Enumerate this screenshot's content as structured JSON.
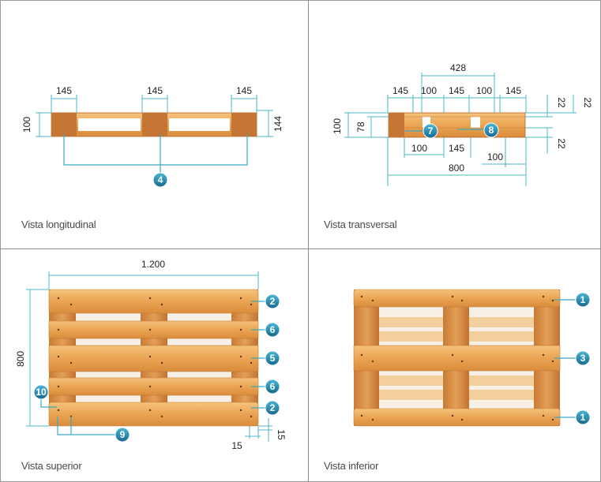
{
  "panels": {
    "longitudinal": {
      "caption": "Vista longitudinal",
      "dims": {
        "w1": "145",
        "w2": "145",
        "w3": "145",
        "h_left": "100",
        "h_right": "144"
      },
      "callout": "4"
    },
    "transversal": {
      "caption": "Vista transversal",
      "dims": {
        "top_span": "428",
        "a1": "145",
        "a2": "100",
        "a3": "145",
        "a4": "100",
        "a5": "145",
        "r1": "22",
        "r2": "22",
        "r3": "22",
        "h_outer": "100",
        "h_inner": "78",
        "b1": "100",
        "b2": "145",
        "b3": "100",
        "total": "800"
      },
      "callouts": [
        "7",
        "8"
      ]
    },
    "superior": {
      "caption": "Vista superior",
      "dims": {
        "width": "1.200",
        "height": "800",
        "c1": "15",
        "c2": "15"
      },
      "callouts": [
        "2",
        "6",
        "5",
        "6",
        "2",
        "10",
        "9"
      ]
    },
    "inferior": {
      "caption": "Vista inferior",
      "callouts": [
        "1",
        "3",
        "1"
      ]
    }
  },
  "colors": {
    "wood_light": "#f0b566",
    "wood_mid": "#e29a45",
    "wood_dark": "#b0642a",
    "accent": "#3da9c1",
    "badge": "#1f7fa6"
  }
}
